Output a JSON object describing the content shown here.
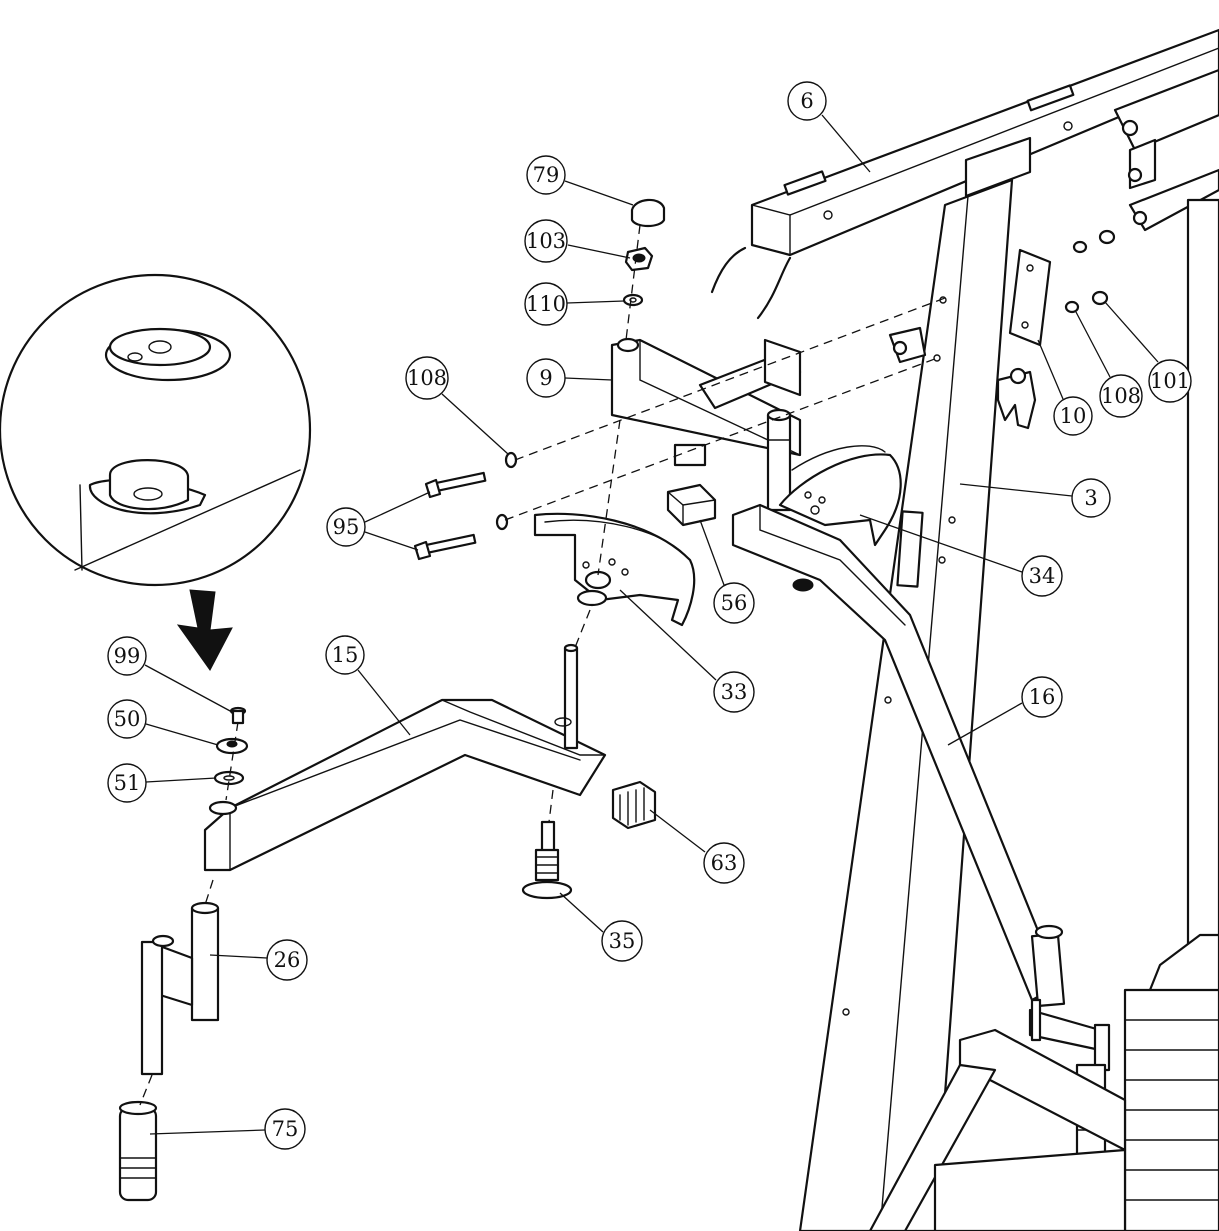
{
  "callouts": [
    {
      "id": "6",
      "label": "6"
    },
    {
      "id": "79",
      "label": "79"
    },
    {
      "id": "103",
      "label": "103"
    },
    {
      "id": "110",
      "label": "110"
    },
    {
      "id": "9",
      "label": "9"
    },
    {
      "id": "108a",
      "label": "108"
    },
    {
      "id": "95",
      "label": "95"
    },
    {
      "id": "10",
      "label": "10"
    },
    {
      "id": "108b",
      "label": "108"
    },
    {
      "id": "101",
      "label": "101"
    },
    {
      "id": "3",
      "label": "3"
    },
    {
      "id": "34",
      "label": "34"
    },
    {
      "id": "56",
      "label": "56"
    },
    {
      "id": "33",
      "label": "33"
    },
    {
      "id": "99",
      "label": "99"
    },
    {
      "id": "50",
      "label": "50"
    },
    {
      "id": "51",
      "label": "51"
    },
    {
      "id": "15",
      "label": "15"
    },
    {
      "id": "16",
      "label": "16"
    },
    {
      "id": "63",
      "label": "63"
    },
    {
      "id": "35",
      "label": "35"
    },
    {
      "id": "26",
      "label": "26"
    },
    {
      "id": "75",
      "label": "75"
    }
  ]
}
